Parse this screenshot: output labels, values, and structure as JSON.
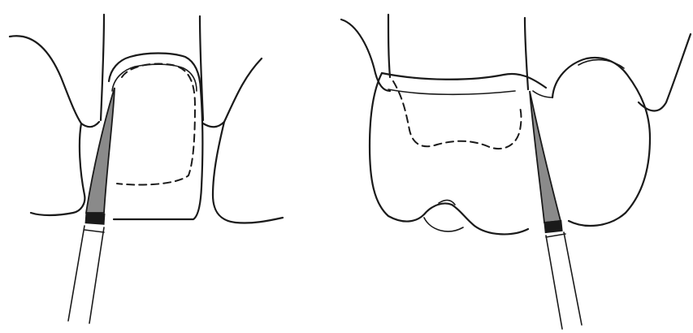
{
  "figure": {
    "panels": [
      {
        "id": "left",
        "subject": "single-tooth-view"
      },
      {
        "id": "right",
        "subject": "molar-with-adjacent-tooth-view"
      }
    ],
    "colors": {
      "ink": "#1a1a1a",
      "instrument_fill": "#8a8a8a",
      "background": "#ffffff"
    }
  }
}
